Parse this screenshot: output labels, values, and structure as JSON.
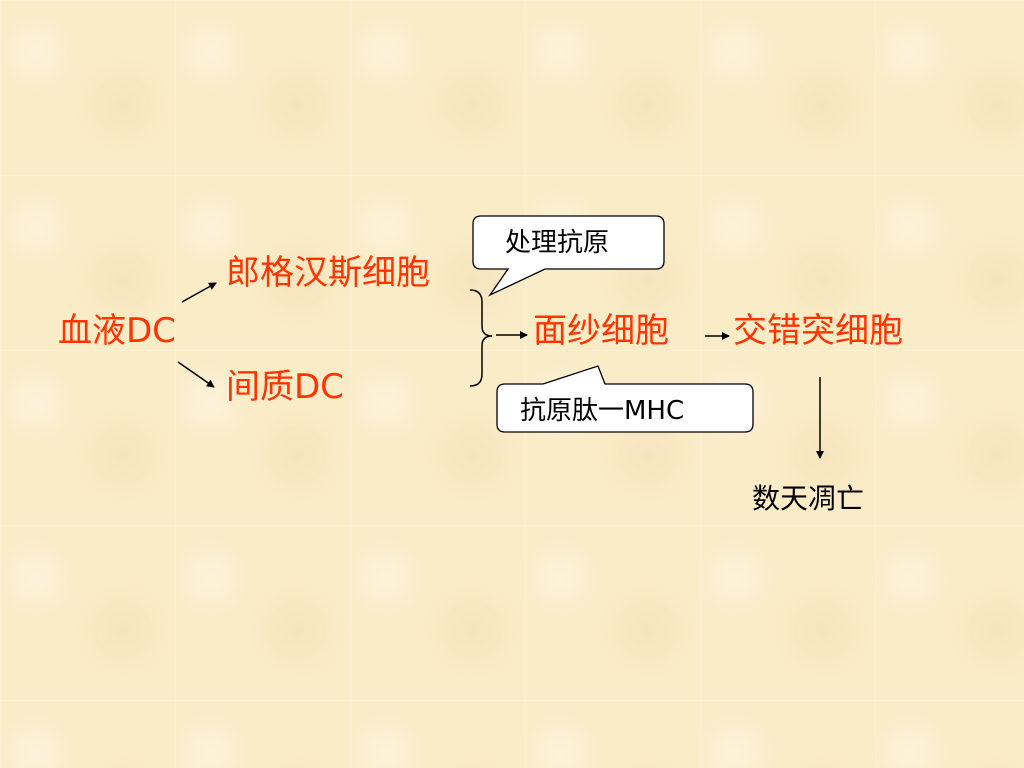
{
  "nodes": {
    "blood_dc": "血液DC",
    "langerhans": "郎格汉斯细胞",
    "interstitial_dc": "间质DC",
    "veiled_cell": "面纱细胞",
    "interdigitating_cell": "交错突细胞",
    "apoptosis": "数天凋亡"
  },
  "callouts": {
    "process_antigen": "处理抗原",
    "peptide_mhc": "抗原肽一MHC"
  },
  "colors": {
    "accent_text": "#ff3300",
    "plain_text": "#000000",
    "background": "#fbecc8"
  }
}
